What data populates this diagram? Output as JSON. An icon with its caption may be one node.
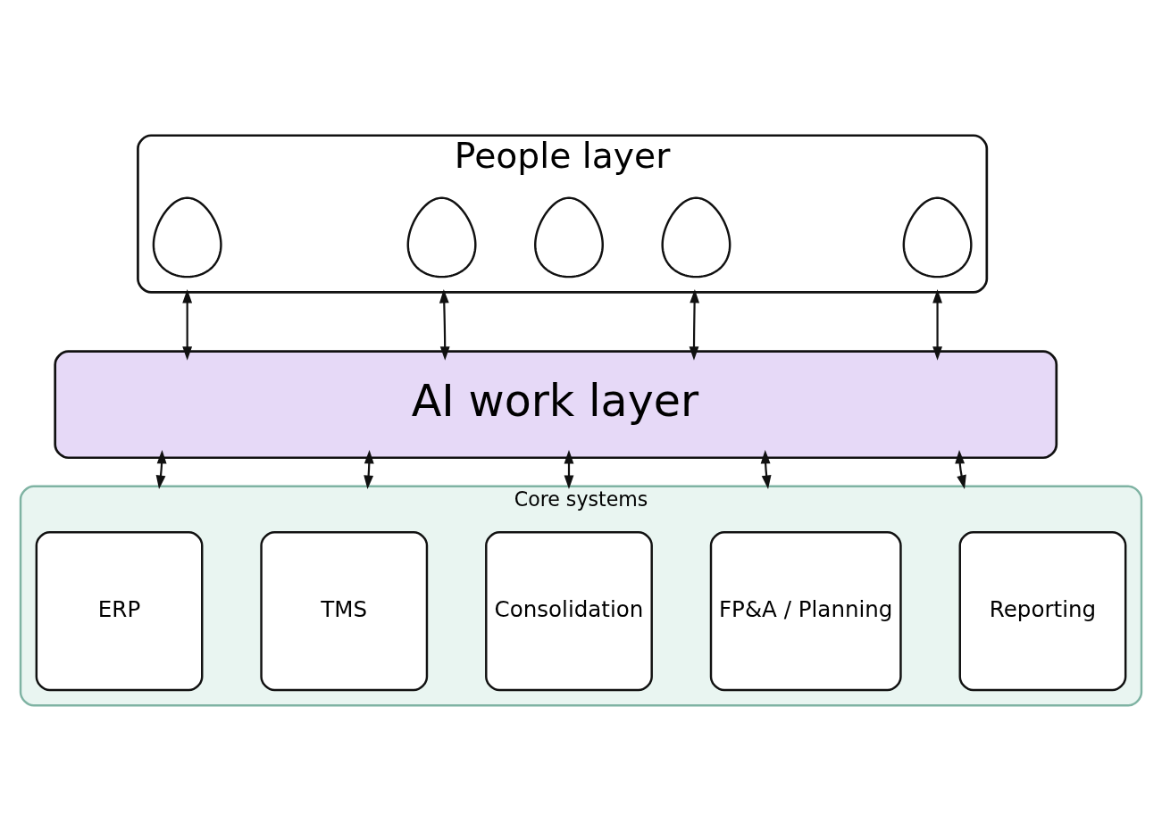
{
  "diagram": {
    "nodes": [
      {
        "text": [
          "People layer"
        ]
      },
      {
        "text": [],
        "shape": "person",
        "in": 0
      },
      {
        "text": [],
        "shape": "person",
        "in": 0
      },
      {
        "text": [],
        "shape": "person",
        "in": 0
      },
      {
        "text": [],
        "shape": "person",
        "in": 0
      },
      {
        "text": [],
        "shape": "person",
        "in": 0
      },
      {
        "text": [
          "AI work layer"
        ]
      },
      {
        "text": [
          "Core systems"
        ]
      },
      {
        "text": [
          "ERP"
        ],
        "in": 7
      },
      {
        "text": [
          "TMS"
        ],
        "in": 7
      },
      {
        "text": [
          "Consolidation"
        ],
        "in": 7
      },
      {
        "text": [
          "FP&A / Planning"
        ],
        "in": 7
      },
      {
        "text": [
          "Reporting"
        ],
        "in": 7
      }
    ],
    "edges": [
      {
        "from": 0,
        "to": 6,
        "arrow": "both"
      },
      {
        "from": 0,
        "to": 6,
        "arrow": "both"
      },
      {
        "from": 0,
        "to": 6,
        "arrow": "both"
      },
      {
        "from": 0,
        "to": 6,
        "arrow": "both"
      },
      {
        "from": 6,
        "to": 7,
        "arrow": "both"
      },
      {
        "from": 6,
        "to": 7,
        "arrow": "both"
      },
      {
        "from": 6,
        "to": 7,
        "arrow": "both"
      },
      {
        "from": 6,
        "to": 7,
        "arrow": "both"
      },
      {
        "from": 6,
        "to": 7,
        "arrow": "both"
      }
    ]
  }
}
